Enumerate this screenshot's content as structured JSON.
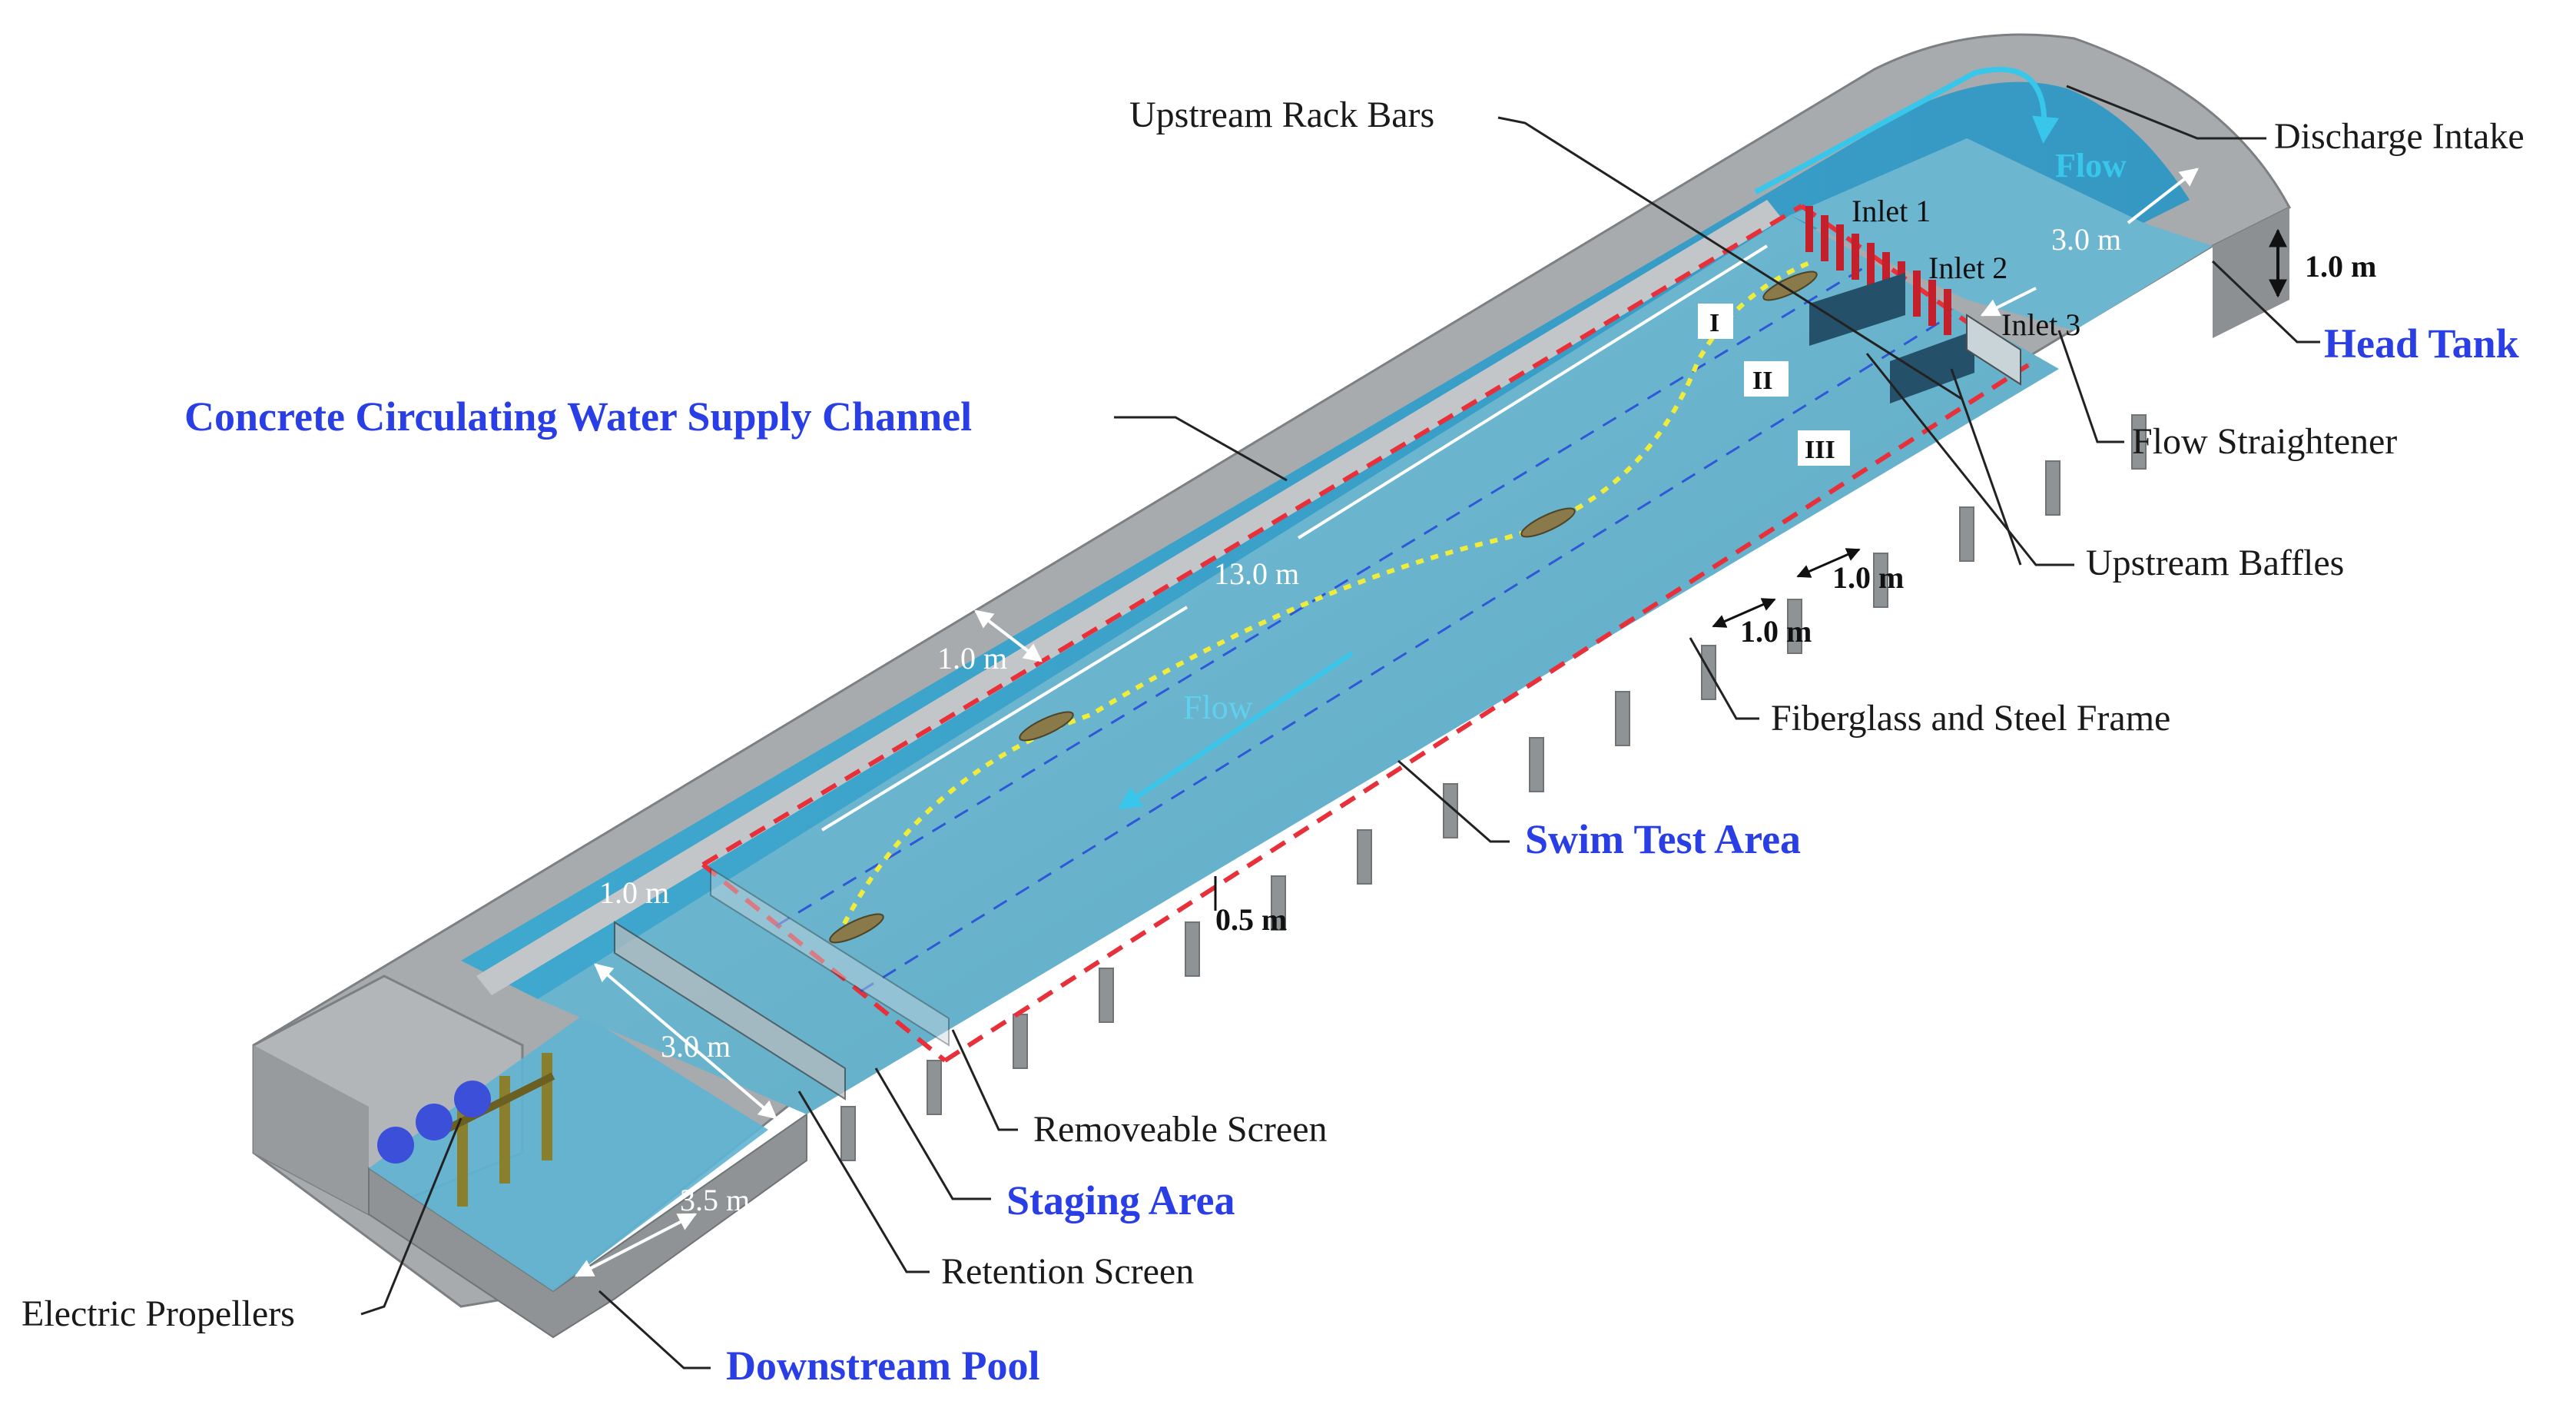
{
  "labels": {
    "concrete_channel": "Concrete Circulating Water Supply Channel",
    "head_tank": "Head Tank",
    "swim_test_area": "Swim Test Area",
    "staging_area": "Staging Area",
    "downstream_pool": "Downstream Pool",
    "upstream_rack_bars": "Upstream Rack Bars",
    "discharge_intake": "Discharge Intake",
    "flow_straightener": "Flow Straightener",
    "upstream_baffles": "Upstream Baffles",
    "fiberglass_frame": "Fiberglass and Steel Frame",
    "removeable_screen": "Removeable Screen",
    "retention_screen": "Retention Screen",
    "electric_propellers": "Electric Propellers"
  },
  "inlets": {
    "inlet1": "Inlet 1",
    "inlet2": "Inlet 2",
    "inlet3": "Inlet 3"
  },
  "zones": {
    "zone1": "I",
    "zone2": "II",
    "zone3": "III"
  },
  "flow": {
    "head_tank_flow": "Flow",
    "channel_flow": "Flow"
  },
  "dimensions": {
    "length_13": "13.0 m",
    "channel_width": "1.0 m",
    "staging_width": "1.0 m",
    "staging_length": "3.0 m",
    "pool_length": "3.5 m",
    "head_width": "3.0 m",
    "head_depth": "1.0 m",
    "frame_spacing_1": "1.0 m",
    "frame_spacing_2": "1.0 m",
    "wall_height": "0.5 m"
  },
  "colors": {
    "water": "#4fa9c9",
    "concrete": "#9ea3a6",
    "zone_boundary": "#e8303a",
    "lane_divider": "#2f58d8",
    "fish_path": "#f1ec3b",
    "label_blue": "#2a3ee6",
    "flow_arrow": "#38c6ea",
    "rack_bars": "#c4202c"
  }
}
